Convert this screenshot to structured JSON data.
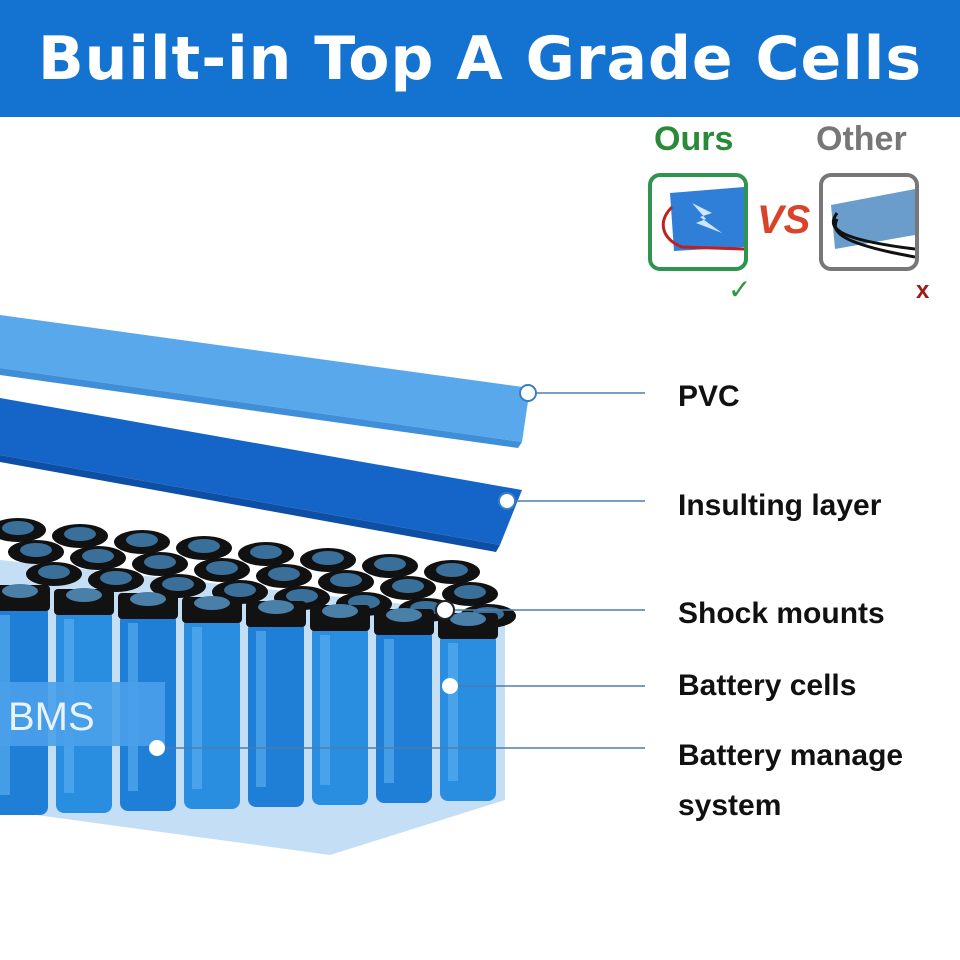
{
  "header": {
    "title": "Built-in Top A Grade Cells"
  },
  "comparison": {
    "ours_label": "Ours",
    "other_label": "Other",
    "vs_label": "VS",
    "ours_mark": "✓",
    "other_mark": "x",
    "ours_color": "#2e9450",
    "other_color": "#777777"
  },
  "diagram": {
    "bms_text": "BMS",
    "labels": {
      "pvc": "PVC",
      "insulating": "Insulting layer",
      "shock": "Shock mounts",
      "cells": "Battery cells",
      "bms_line1": "Battery manage",
      "bms_line2": "system"
    },
    "colors": {
      "header": "#1473d0",
      "pvc": "#5aa8ec",
      "insulating": "#1565c8",
      "cell": "#2a8ee0"
    }
  }
}
